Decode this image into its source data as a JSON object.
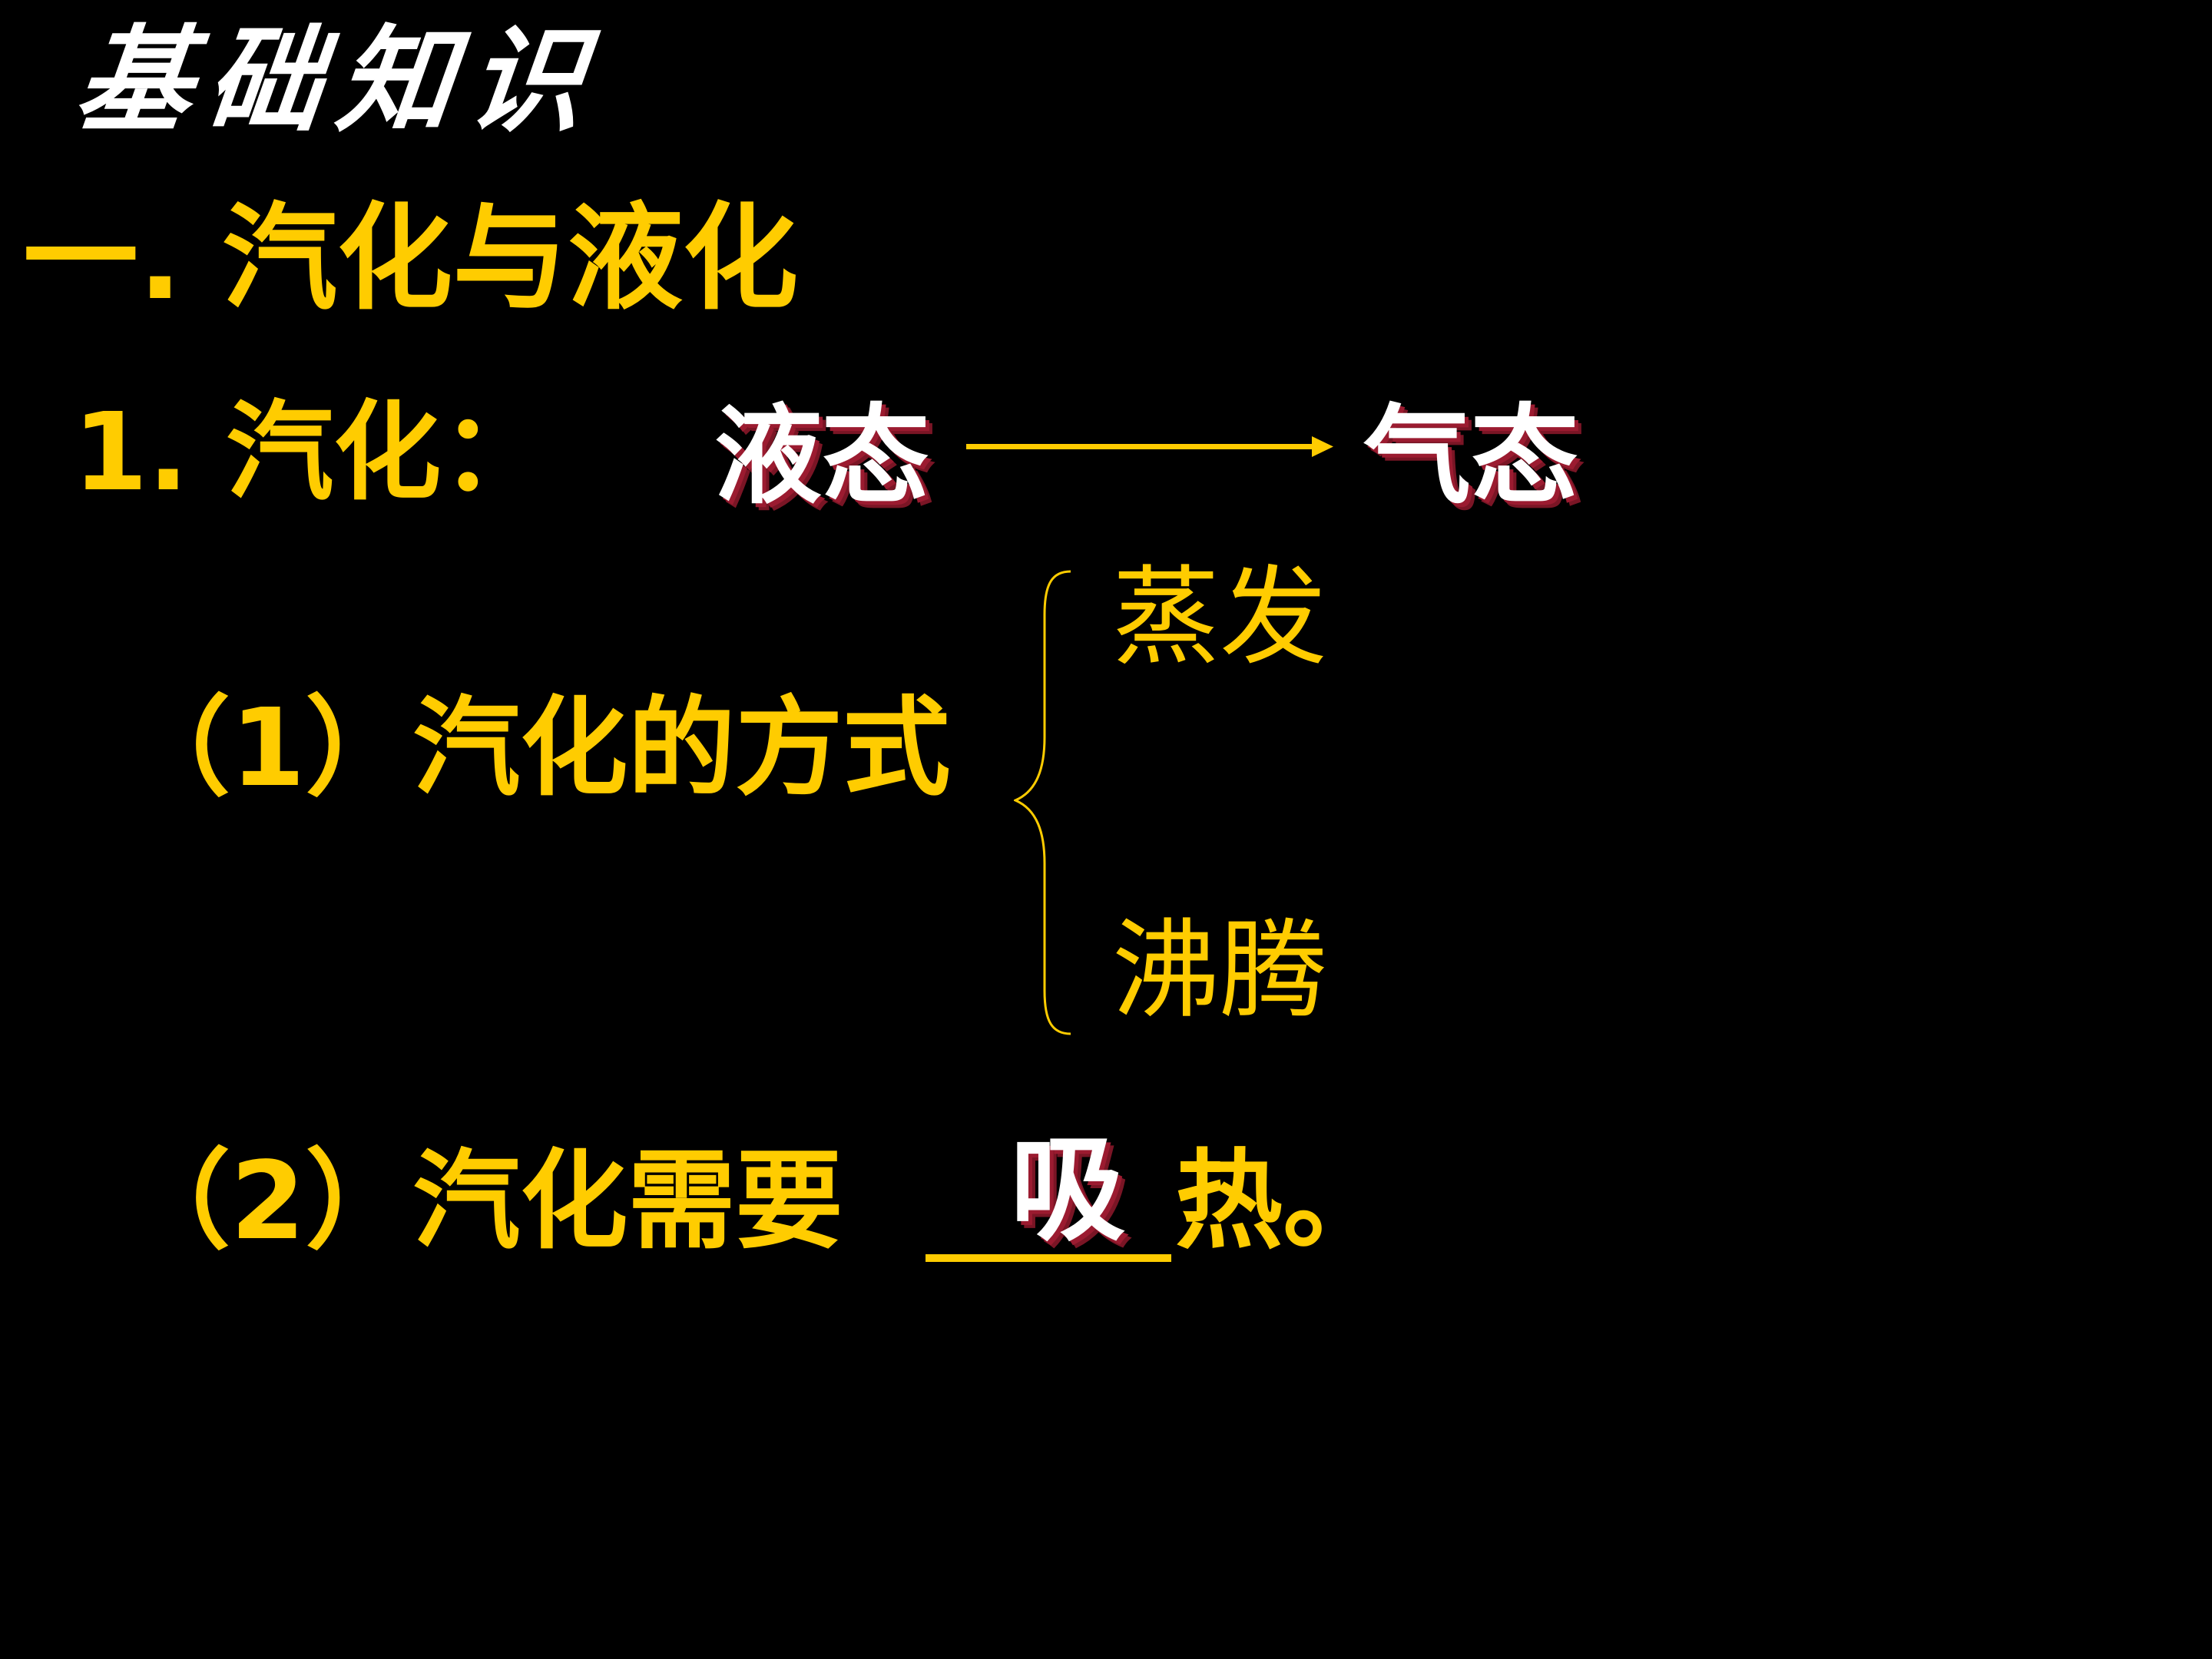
{
  "slide": {
    "title": "基础知识",
    "section_heading": "一. 汽化与液化",
    "item1": {
      "label": "1. 汽化：",
      "from_state": "液态",
      "to_state": "气态",
      "arrow_color": "#FFCC00"
    },
    "sub1": {
      "label": "（1）汽化的方式",
      "methods": [
        "蒸发",
        "沸腾"
      ]
    },
    "sub2": {
      "prefix": "（2）汽化需要",
      "answer": "吸",
      "suffix": "热。"
    },
    "colors": {
      "background": "#000000",
      "primary_text": "#FFCC00",
      "highlight_text": "#FFFFFF",
      "shadow": "#9B1B30"
    }
  }
}
